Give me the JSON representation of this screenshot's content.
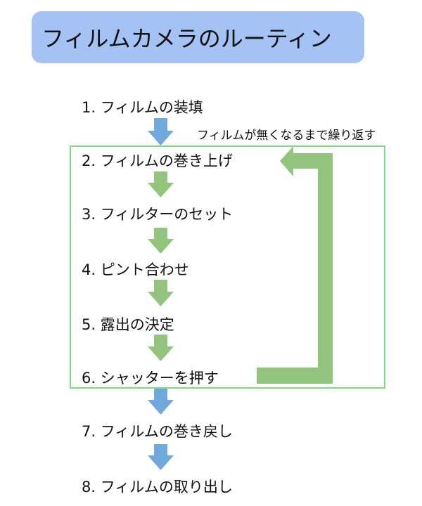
{
  "title": "フィルムカメラのルーティン",
  "steps": [
    {
      "label": "1. フィルムの装填"
    },
    {
      "label": "2. フィルムの巻き上げ"
    },
    {
      "label": "3. フィルターのセット"
    },
    {
      "label": "4. ピント合わせ"
    },
    {
      "label": "5. 露出の決定"
    },
    {
      "label": "6. シャッターを押す"
    },
    {
      "label": "7. フィルムの巻き戻し"
    },
    {
      "label": "8. フィルムの取り出し"
    }
  ],
  "loop": {
    "label": "フィルムが無くなるまで繰り返す",
    "from_step": 6,
    "to_step": 2
  },
  "colors": {
    "title_bg": "#a4c2f4",
    "blue_arrow": "#6fa8dc",
    "green_arrow": "#93c47d",
    "loop_box_border": "#7be07b"
  }
}
